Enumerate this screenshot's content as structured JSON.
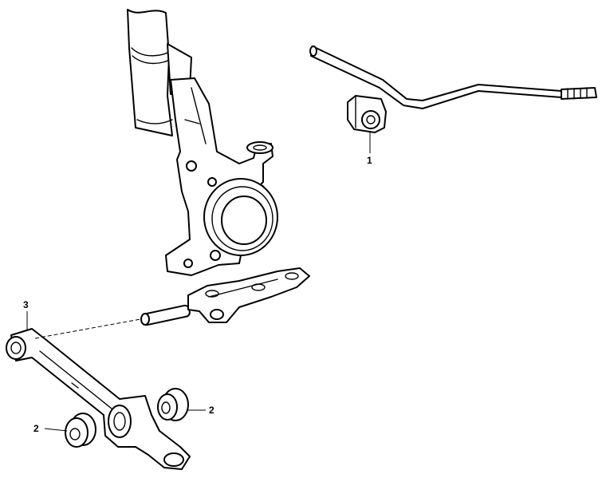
{
  "callouts": {
    "stabilizer_bushing": "1",
    "arm_bushing_right": "2",
    "arm_bushing_left": "2",
    "lower_arm": "3"
  }
}
